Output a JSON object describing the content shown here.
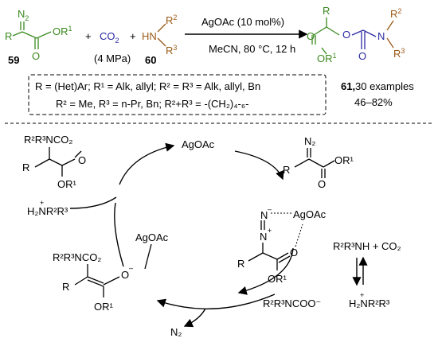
{
  "reaction": {
    "compound_59": "59",
    "compound_60": "60",
    "product_61": "61,",
    "plus1": "+",
    "plus2": "+",
    "co2": "CO",
    "co2_sub": "2",
    "pressure": "(4 MPa)",
    "catalyst": "AgOAc (10 mol%)",
    "conditions": "MeCN, 80 °C, 12 h",
    "examples": "30 examples",
    "yield": "46–82%",
    "labels": {
      "n2": "N",
      "n2_sub": "2",
      "r": "R",
      "or1": "OR",
      "sup1": "1",
      "o": "O",
      "hn": "HN",
      "r2": "R",
      "sup2": "2",
      "r3": "R",
      "sup3": "3",
      "n": "N"
    },
    "substituents": [
      "R = (Het)Ar; R¹ = Alk, allyl; R² = R³ = Alk, allyl, Bn",
      "R² = Me, R³ = n-Pr, Bn; R²+R³ = -(CH₂)₄-₆-"
    ]
  },
  "cycle": {
    "agoac_top": "AgOAc",
    "agoac_complex": "AgOAc",
    "agoac_enolate": "AgOAc",
    "carbamate_top": "R²R³NCO₂",
    "carbamate_enolate": "R²R³NCO₂",
    "ammonium_left": "H₂NR²R³",
    "amine_co2": "R²R³NH + CO₂",
    "carbamate_anion": "R²R³NCOO⁻",
    "ammonium_right": "H₂NR²R³",
    "n2_release": "N₂",
    "plus_sign": "+",
    "minus_sign": "–",
    "r": "R",
    "o": "O",
    "or1": "OR¹",
    "n": "N",
    "n2": "N₂"
  },
  "colors": {
    "diazo_ester": "#3a8a1e",
    "carbamate": "#2a2aa0",
    "amine": "#9a5a18",
    "black": "#000000"
  }
}
